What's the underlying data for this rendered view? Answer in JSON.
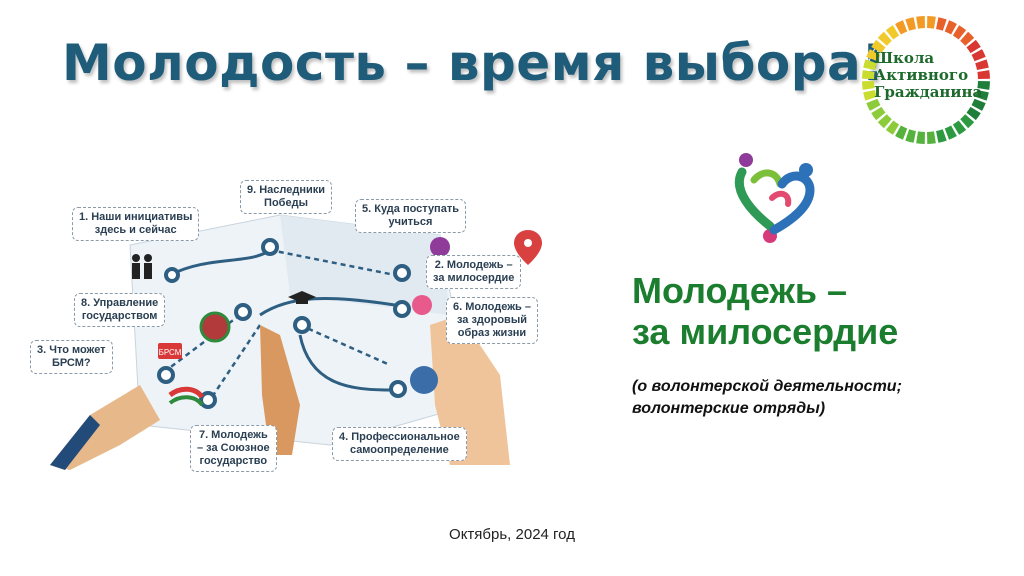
{
  "slide": {
    "title": "Молодость – время выбора!",
    "topic": {
      "line1": "Молодежь –",
      "line2": "за милосердие"
    },
    "note": {
      "line1": "(о волонтерской деятельности;",
      "line2": "волонтерские отряды)"
    },
    "date": "Октябрь, 2024 год"
  },
  "logo": {
    "line1": "Школа",
    "line2": "Активного",
    "line3": "Гражданина"
  },
  "map": {
    "callouts": [
      {
        "line1": "1. Наши инициативы",
        "line2": "здесь и сейчас"
      },
      {
        "line1": "2. Молодежь –",
        "line2": "за милосердие"
      },
      {
        "line1": "3. Что может",
        "line2": "БРСМ?"
      },
      {
        "line1": "4. Профессиональное",
        "line2": "самоопределение"
      },
      {
        "line1": "5. Куда поступать",
        "line2": "учиться"
      },
      {
        "line1": "6. Молодежь –",
        "line2": "за здоровый",
        "line3": "образ жизни"
      },
      {
        "line1": "7. Молодежь",
        "line2": "– за Союзное",
        "line3": "государство"
      },
      {
        "line1": "8. Управление",
        "line2": "государством"
      },
      {
        "line1": "9. Наследники",
        "line2": "Победы"
      }
    ],
    "brsm_badge": "БРСМ"
  },
  "colors": {
    "title": "#1f5c7a",
    "heading": "#1b7d2e",
    "map_blue": "#2e5f82",
    "pin": "#d94040"
  }
}
